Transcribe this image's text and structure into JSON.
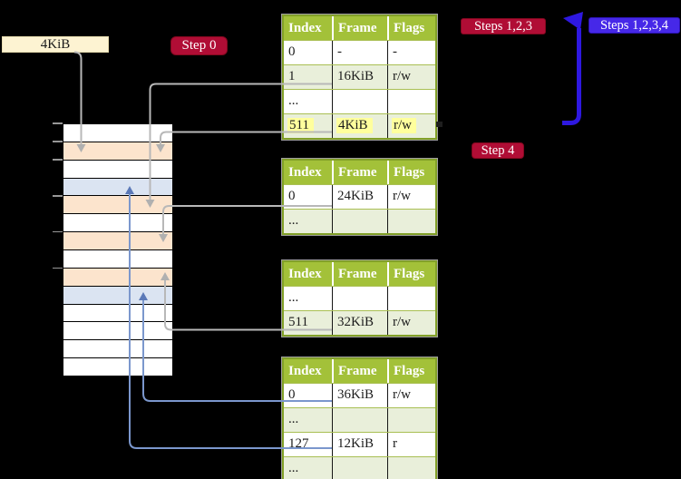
{
  "labels": {
    "frame_size": "4KiB",
    "step0": "Step 0",
    "steps123": "Steps 1,2,3",
    "steps1234": "Steps 1,2,3,4",
    "step4": "Step 4"
  },
  "tables": [
    {
      "name": "page-table-1",
      "headers": [
        "Index",
        "Frame",
        "Flags"
      ],
      "rows": [
        {
          "cells": [
            "0",
            "-",
            "-"
          ],
          "highlight": false
        },
        {
          "cells": [
            "1",
            "16KiB",
            "r/w"
          ],
          "highlight": false
        },
        {
          "cells": [
            "...",
            "",
            ""
          ],
          "highlight": false
        },
        {
          "cells": [
            "511",
            "4KiB",
            "r/w"
          ],
          "highlight": true
        }
      ]
    },
    {
      "name": "page-table-2",
      "headers": [
        "Index",
        "Frame",
        "Flags"
      ],
      "rows": [
        {
          "cells": [
            "0",
            "24KiB",
            "r/w"
          ],
          "highlight": false
        },
        {
          "cells": [
            "...",
            "",
            ""
          ],
          "highlight": false
        }
      ]
    },
    {
      "name": "page-table-3",
      "headers": [
        "Index",
        "Frame",
        "Flags"
      ],
      "rows": [
        {
          "cells": [
            "...",
            "",
            ""
          ],
          "highlight": false
        },
        {
          "cells": [
            "511",
            "32KiB",
            "r/w"
          ],
          "highlight": false
        }
      ]
    },
    {
      "name": "page-table-4",
      "headers": [
        "Index",
        "Frame",
        "Flags"
      ],
      "rows": [
        {
          "cells": [
            "0",
            "36KiB",
            "r/w"
          ],
          "highlight": false
        },
        {
          "cells": [
            "...",
            "",
            ""
          ],
          "highlight": false
        },
        {
          "cells": [
            "127",
            "12KiB",
            "r"
          ],
          "highlight": false
        },
        {
          "cells": [
            "...",
            "",
            ""
          ],
          "highlight": false
        }
      ]
    }
  ],
  "memory": {
    "rows": [
      "white",
      "peach",
      "white",
      "blue",
      "peach",
      "white",
      "peach",
      "white",
      "peach",
      "blue",
      "white",
      "white",
      "white",
      "white"
    ]
  },
  "connections": [
    {
      "id": "frame-label-arrow",
      "from": "frame-size-label",
      "to": "memory-row-2",
      "style": "gray"
    },
    {
      "id": "t1-row1-arrow",
      "from": "page-table-1-row-1",
      "to": "memory-row-5",
      "style": "gray"
    },
    {
      "id": "t1-row511-arrow",
      "from": "page-table-1-row-511",
      "to": "memory-row-2",
      "style": "gray"
    },
    {
      "id": "t2-row0-arrow",
      "from": "page-table-2-row-0",
      "to": "memory-row-7",
      "style": "gray"
    },
    {
      "id": "t3-row511-arrow",
      "from": "page-table-3-row-511",
      "to": "memory-row-9",
      "style": "gray"
    },
    {
      "id": "t4-row0-arrow",
      "from": "page-table-4-row-0",
      "to": "memory-row-10",
      "style": "blue"
    },
    {
      "id": "t4-row127-arrow",
      "from": "page-table-4-row-127",
      "to": "memory-row-4",
      "style": "blue"
    },
    {
      "id": "recursive-arrow",
      "from": "page-table-1-row-511",
      "to": "page-table-1",
      "style": "thick-blue"
    }
  ],
  "colors": {
    "background": "#000000",
    "table_header": "#a3c139",
    "table_border": "#82a028",
    "table_row_alt": "#e9efda",
    "highlight": "#ffff9d",
    "badge_red": "#b00d35",
    "badge_blue": "#4628e8",
    "frame_label_bg": "#fdf3d2",
    "memory_peach": "#fce4cd",
    "memory_blue": "#dbe4f2",
    "arrow_gray": "#b8b8b8",
    "arrow_blue_thin": "#7b97cd",
    "arrow_blue_thick": "#2e18e0"
  }
}
